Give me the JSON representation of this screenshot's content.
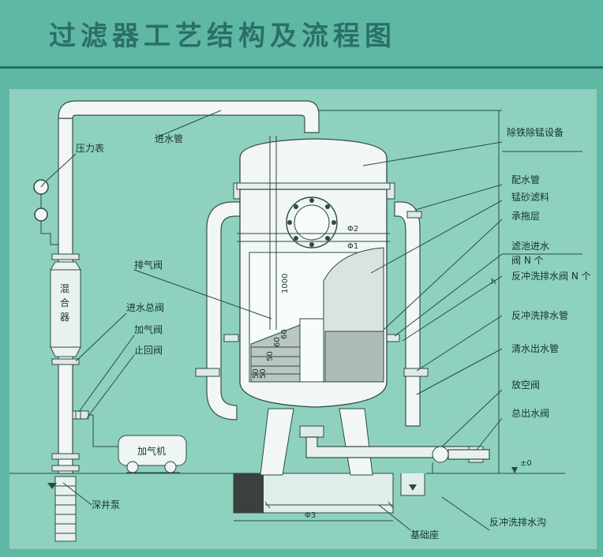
{
  "title": "过滤器工艺结构及流程图",
  "labels": {
    "inlet_pipe": "进水管",
    "pressure_gauge": "压力表",
    "mixer": "混合器",
    "vent_valve": "排气阀",
    "main_inlet_valve": "进水总阀",
    "air_valve": "加气阀",
    "check_valve": "止回阀",
    "air_compressor": "加气机",
    "deep_well_pump": "深井泵",
    "foundation": "基础座",
    "backwash_trench": "反冲洗排水沟",
    "equipment": "除铁除锰设备",
    "distribution_pipe": "配水管",
    "manganese_sand": "锰砂滤料",
    "support_layer": "承拖层",
    "filter_inlet_valve_1": "滤池进水",
    "filter_inlet_valve_2": "阀 N 个",
    "backwash_valve": "反冲洗排水阀 N 个",
    "backwash_pipe": "反冲洗排水管",
    "clear_water_pipe": "清水出水管",
    "drain_valve": "放空阀",
    "outlet_valve": "总出水阀"
  },
  "dimensions": {
    "phi2": "Φ2",
    "phi1": "Φ1",
    "phi3": "Φ3",
    "height_1000": "1000",
    "h": "h",
    "zero_level": "±0",
    "layers": [
      "50",
      "50",
      "50",
      "60",
      "60"
    ]
  }
}
